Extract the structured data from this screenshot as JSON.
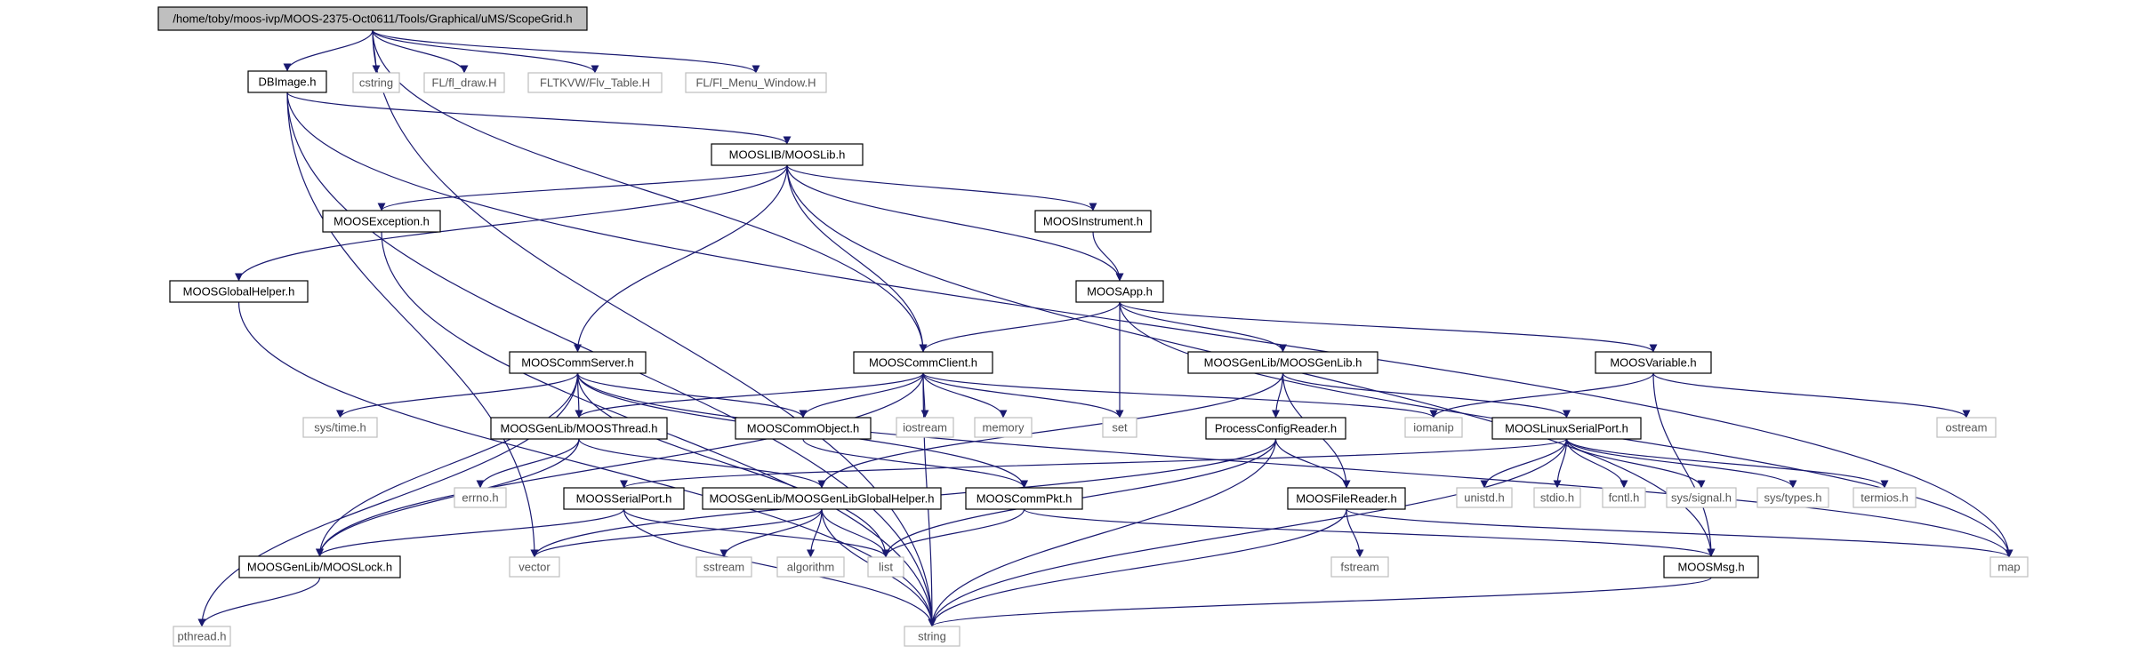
{
  "graph": {
    "title": "/home/toby/moos-ivp/MOOS-2375-Oct0611/Tools/Graphical/uMS/ScopeGrid.h",
    "colors": {
      "edge": "#191970",
      "documented_border": "#000000",
      "external_border": "#bfbfbf",
      "root_fill": "#bfbfbf"
    },
    "nodes": [
      {
        "id": "root",
        "label": "/home/toby/moos-ivp/MOOS-2375-Oct0611/Tools/Graphical/uMS/ScopeGrid.h",
        "kind": "root"
      },
      {
        "id": "dbimage",
        "label": "DBImage.h",
        "kind": "doc"
      },
      {
        "id": "cstring",
        "label": "cstring",
        "kind": "sys"
      },
      {
        "id": "fldraw",
        "label": "FL/fl_draw.H",
        "kind": "sys"
      },
      {
        "id": "flvtable",
        "label": "FLTKVW/Flv_Table.H",
        "kind": "sys"
      },
      {
        "id": "flmenu",
        "label": "FL/Fl_Menu_Window.H",
        "kind": "sys"
      },
      {
        "id": "mooslib",
        "label": "MOOSLIB/MOOSLib.h",
        "kind": "doc"
      },
      {
        "id": "moosexc",
        "label": "MOOSException.h",
        "kind": "doc"
      },
      {
        "id": "moosinstr",
        "label": "MOOSInstrument.h",
        "kind": "doc"
      },
      {
        "id": "moosglob",
        "label": "MOOSGlobalHelper.h",
        "kind": "doc"
      },
      {
        "id": "moosapp",
        "label": "MOOSApp.h",
        "kind": "doc"
      },
      {
        "id": "moosserver",
        "label": "MOOSCommServer.h",
        "kind": "doc"
      },
      {
        "id": "moosclient",
        "label": "MOOSCommClient.h",
        "kind": "doc"
      },
      {
        "id": "moosgenlib",
        "label": "MOOSGenLib/MOOSGenLib.h",
        "kind": "doc"
      },
      {
        "id": "moosvar",
        "label": "MOOSVariable.h",
        "kind": "doc"
      },
      {
        "id": "systime",
        "label": "sys/time.h",
        "kind": "sys"
      },
      {
        "id": "moosthread",
        "label": "MOOSGenLib/MOOSThread.h",
        "kind": "doc"
      },
      {
        "id": "mooscommobj",
        "label": "MOOSCommObject.h",
        "kind": "doc"
      },
      {
        "id": "iostream",
        "label": "iostream",
        "kind": "sys"
      },
      {
        "id": "memory",
        "label": "memory",
        "kind": "sys"
      },
      {
        "id": "set",
        "label": "set",
        "kind": "sys"
      },
      {
        "id": "procconf",
        "label": "ProcessConfigReader.h",
        "kind": "doc"
      },
      {
        "id": "iomanip",
        "label": "iomanip",
        "kind": "sys"
      },
      {
        "id": "linserial",
        "label": "MOOSLinuxSerialPort.h",
        "kind": "doc"
      },
      {
        "id": "ostream",
        "label": "ostream",
        "kind": "sys"
      },
      {
        "id": "errno",
        "label": "errno.h",
        "kind": "sys"
      },
      {
        "id": "serialport",
        "label": "MOOSSerialPort.h",
        "kind": "doc"
      },
      {
        "id": "genglob",
        "label": "MOOSGenLib/MOOSGenLibGlobalHelper.h",
        "kind": "doc"
      },
      {
        "id": "commpkt",
        "label": "MOOSCommPkt.h",
        "kind": "doc"
      },
      {
        "id": "filereader",
        "label": "MOOSFileReader.h",
        "kind": "doc"
      },
      {
        "id": "unistd",
        "label": "unistd.h",
        "kind": "sys"
      },
      {
        "id": "stdio",
        "label": "stdio.h",
        "kind": "sys"
      },
      {
        "id": "fcntl",
        "label": "fcntl.h",
        "kind": "sys"
      },
      {
        "id": "syssignal",
        "label": "sys/signal.h",
        "kind": "sys"
      },
      {
        "id": "systypes",
        "label": "sys/types.h",
        "kind": "sys"
      },
      {
        "id": "termios",
        "label": "termios.h",
        "kind": "sys"
      },
      {
        "id": "mooslock",
        "label": "MOOSGenLib/MOOSLock.h",
        "kind": "doc"
      },
      {
        "id": "vector",
        "label": "vector",
        "kind": "sys"
      },
      {
        "id": "sstream",
        "label": "sstream",
        "kind": "sys"
      },
      {
        "id": "algorithm",
        "label": "algorithm",
        "kind": "sys"
      },
      {
        "id": "list",
        "label": "list",
        "kind": "sys"
      },
      {
        "id": "fstream",
        "label": "fstream",
        "kind": "sys"
      },
      {
        "id": "moosmsg",
        "label": "MOOSMsg.h",
        "kind": "doc"
      },
      {
        "id": "map",
        "label": "map",
        "kind": "sys"
      },
      {
        "id": "pthread",
        "label": "pthread.h",
        "kind": "sys"
      },
      {
        "id": "string",
        "label": "string",
        "kind": "sys"
      }
    ],
    "edges": [
      [
        "root",
        "dbimage"
      ],
      [
        "root",
        "cstring"
      ],
      [
        "root",
        "fldraw"
      ],
      [
        "root",
        "flvtable"
      ],
      [
        "root",
        "flmenu"
      ],
      [
        "root",
        "moosclient"
      ],
      [
        "root",
        "string"
      ],
      [
        "dbimage",
        "mooslib"
      ],
      [
        "dbimage",
        "vector"
      ],
      [
        "dbimage",
        "string"
      ],
      [
        "dbimage",
        "map"
      ],
      [
        "mooslib",
        "moosexc"
      ],
      [
        "mooslib",
        "moosinstr"
      ],
      [
        "mooslib",
        "moosglob"
      ],
      [
        "mooslib",
        "moosapp"
      ],
      [
        "mooslib",
        "moosserver"
      ],
      [
        "mooslib",
        "moosclient"
      ],
      [
        "mooslib",
        "moosmsg"
      ],
      [
        "moosexc",
        "string"
      ],
      [
        "moosglob",
        "string"
      ],
      [
        "moosinstr",
        "moosapp"
      ],
      [
        "moosapp",
        "moosclient"
      ],
      [
        "moosapp",
        "moosgenlib"
      ],
      [
        "moosapp",
        "moosvar"
      ],
      [
        "moosapp",
        "set"
      ],
      [
        "moosapp",
        "map"
      ],
      [
        "moosserver",
        "systime"
      ],
      [
        "moosserver",
        "moosthread"
      ],
      [
        "moosserver",
        "mooscommobj"
      ],
      [
        "moosserver",
        "commpkt"
      ],
      [
        "moosserver",
        "mooslock"
      ],
      [
        "moosserver",
        "list"
      ],
      [
        "moosserver",
        "map"
      ],
      [
        "moosserver",
        "pthread"
      ],
      [
        "moosclient",
        "moosthread"
      ],
      [
        "moosclient",
        "mooscommobj"
      ],
      [
        "moosclient",
        "iostream"
      ],
      [
        "moosclient",
        "memory"
      ],
      [
        "moosclient",
        "set"
      ],
      [
        "moosclient",
        "iomanip"
      ],
      [
        "moosclient",
        "string"
      ],
      [
        "moosclient",
        "mooslock"
      ],
      [
        "moosgenlib",
        "procconf"
      ],
      [
        "moosgenlib",
        "linserial"
      ],
      [
        "moosgenlib",
        "filereader"
      ],
      [
        "moosgenlib",
        "genglob"
      ],
      [
        "moosvar",
        "iomanip"
      ],
      [
        "moosvar",
        "ostream"
      ],
      [
        "moosvar",
        "moosmsg"
      ],
      [
        "moosthread",
        "errno"
      ],
      [
        "moosthread",
        "genglob"
      ],
      [
        "moosthread",
        "mooslock"
      ],
      [
        "mooscommobj",
        "commpkt"
      ],
      [
        "procconf",
        "filereader"
      ],
      [
        "procconf",
        "vector"
      ],
      [
        "procconf",
        "list"
      ],
      [
        "procconf",
        "string"
      ],
      [
        "linserial",
        "serialport"
      ],
      [
        "linserial",
        "unistd"
      ],
      [
        "linserial",
        "stdio"
      ],
      [
        "linserial",
        "fcntl"
      ],
      [
        "linserial",
        "syssignal"
      ],
      [
        "linserial",
        "systypes"
      ],
      [
        "linserial",
        "termios"
      ],
      [
        "linserial",
        "string"
      ],
      [
        "serialport",
        "mooslock"
      ],
      [
        "serialport",
        "list"
      ],
      [
        "serialport",
        "string"
      ],
      [
        "genglob",
        "vector"
      ],
      [
        "genglob",
        "sstream"
      ],
      [
        "genglob",
        "algorithm"
      ],
      [
        "genglob",
        "list"
      ],
      [
        "genglob",
        "string"
      ],
      [
        "commpkt",
        "list"
      ],
      [
        "commpkt",
        "moosmsg"
      ],
      [
        "filereader",
        "fstream"
      ],
      [
        "filereader",
        "string"
      ],
      [
        "filereader",
        "map"
      ],
      [
        "moosmsg",
        "string"
      ],
      [
        "mooslock",
        "pthread"
      ]
    ]
  }
}
